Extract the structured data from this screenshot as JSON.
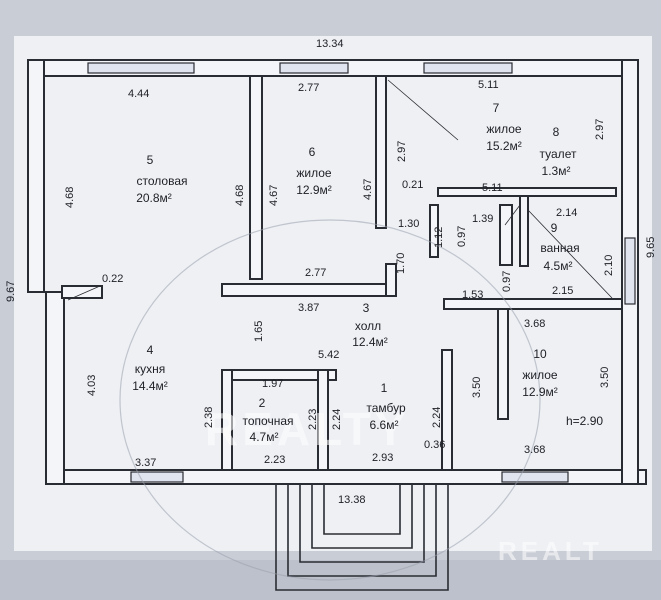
{
  "dimensions": {
    "top_total": "13.34",
    "bottom_total": "13.38",
    "left_total": "9.67",
    "right_total": "9.65",
    "d_444": "4.44",
    "d_277_top": "2.77",
    "d_511_top": "5.11",
    "d_297_right": "2.97",
    "d_468_left": "4.68",
    "d_468_mid": "4.68",
    "d_467_mid": "4.67",
    "d_467_r": "4.67",
    "d_297_mid": "2.97",
    "d_021": "0.21",
    "d_511_mid": "5.11",
    "d_130": "1.30",
    "d_112": "1.12",
    "d_097_a": "0.97",
    "d_139": "1.39",
    "d_214": "2.14",
    "d_277_mid": "2.77",
    "d_170": "1.70",
    "d_022": "0.22",
    "d_387": "3.87",
    "d_153": "1.53",
    "d_097_b": "0.97",
    "d_215": "2.15",
    "d_210": "2.10",
    "d_165": "1.65",
    "d_542": "5.42",
    "d_368_a": "3.68",
    "d_403": "4.03",
    "d_197": "1.97",
    "d_238": "2.38",
    "d_223_v": "2.23",
    "d_224_a": "2.24",
    "d_224_b": "2.24",
    "d_350_a": "3.50",
    "d_350_b": "3.50",
    "d_036": "0.36",
    "d_337": "3.37",
    "d_223_h": "2.23",
    "d_293": "2.93",
    "d_368_b": "3.68"
  },
  "rooms": [
    {
      "num": "1",
      "name": "тамбур",
      "area": "6.6м²"
    },
    {
      "num": "2",
      "name": "топочная",
      "area": "4.7м²"
    },
    {
      "num": "3",
      "name": "холл",
      "area": "12.4м²"
    },
    {
      "num": "4",
      "name": "кухня",
      "area": "14.4м²"
    },
    {
      "num": "5",
      "name": "столовая",
      "area": "20.8м²"
    },
    {
      "num": "6",
      "name": "жилое",
      "area": "12.9м²"
    },
    {
      "num": "7",
      "name": "жилое",
      "area": "15.2м²"
    },
    {
      "num": "8",
      "name": "туалет",
      "area": "1.3м²"
    },
    {
      "num": "9",
      "name": "ванная",
      "area": "4.5м²"
    },
    {
      "num": "10",
      "name": "жилое",
      "area": "12.9м²"
    }
  ],
  "ceiling_height": "h=2.90",
  "watermarks": {
    "center": "REALTY",
    "corner": "REALT"
  }
}
